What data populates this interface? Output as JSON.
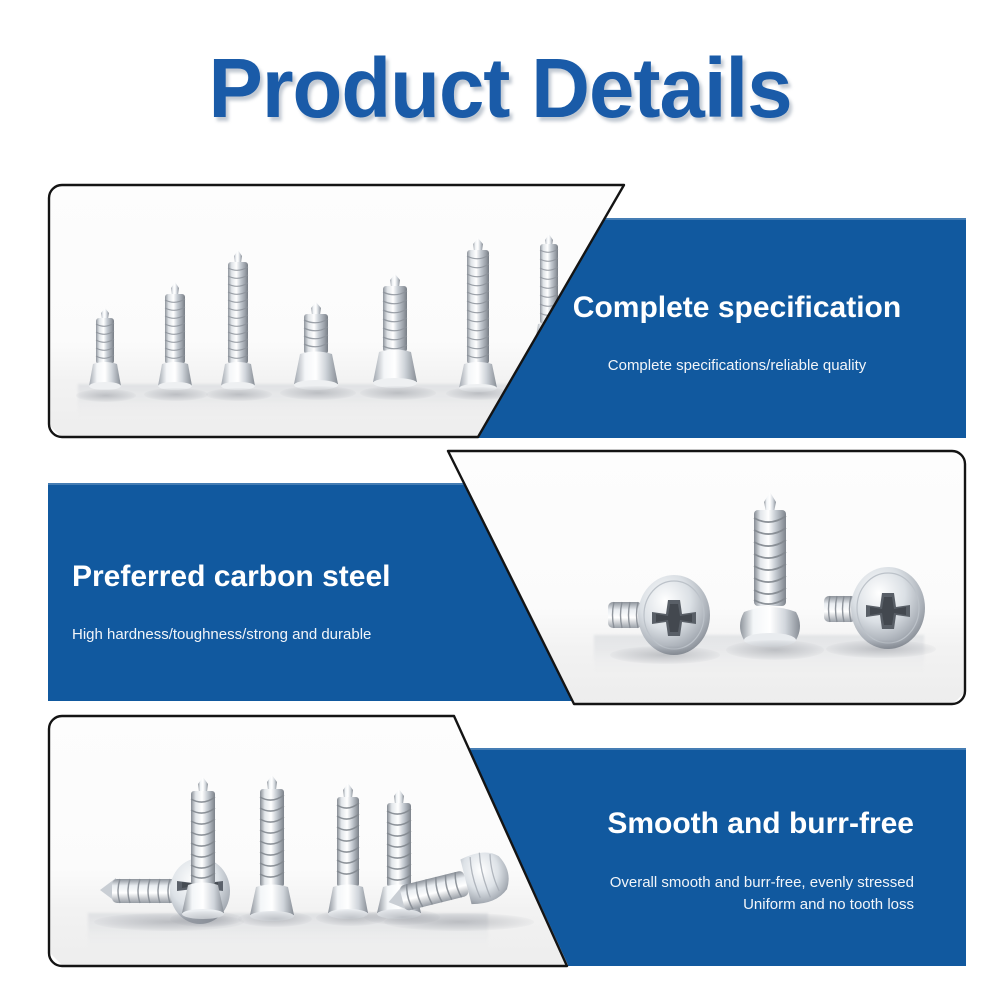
{
  "page": {
    "title": "Product Details",
    "background_color": "#ffffff",
    "title_color": "#1a5ba8",
    "accent_blue": "#11599f"
  },
  "panels": [
    {
      "id": "complete-specification",
      "heading": "Complete specification",
      "subtitle_lines": [
        "Complete specifications/reliable quality"
      ],
      "text_align": "center",
      "photo_side": "left",
      "photo": {
        "alt": "Six countersunk self-tapping screws of increasing length standing head-down on a white surface",
        "screw_count": 6,
        "head_type": "flat countersunk",
        "finish": "zinc plated silver"
      }
    },
    {
      "id": "preferred-carbon-steel",
      "heading": "Preferred carbon steel",
      "subtitle_lines": [
        "High hardness/toughness/strong and durable"
      ],
      "text_align": "left",
      "photo_side": "right",
      "photo": {
        "alt": "Three pan-head Phillips self-tapping screws, two lying down showing cross drive and one standing upright",
        "screw_count": 3,
        "head_type": "pan head Phillips",
        "finish": "zinc plated silver"
      }
    },
    {
      "id": "smooth-and-burr-free",
      "heading": "Smooth and burr-free",
      "subtitle_lines": [
        "Overall smooth and burr-free, evenly stressed",
        "Uniform and no tooth loss"
      ],
      "text_align": "right",
      "photo_side": "left",
      "photo": {
        "alt": "Six self-tapping screws, four standing head-down and two lying on their side on a white surface",
        "screw_count": 6,
        "head_type": "mixed pan and countersunk",
        "finish": "zinc plated silver"
      }
    }
  ]
}
